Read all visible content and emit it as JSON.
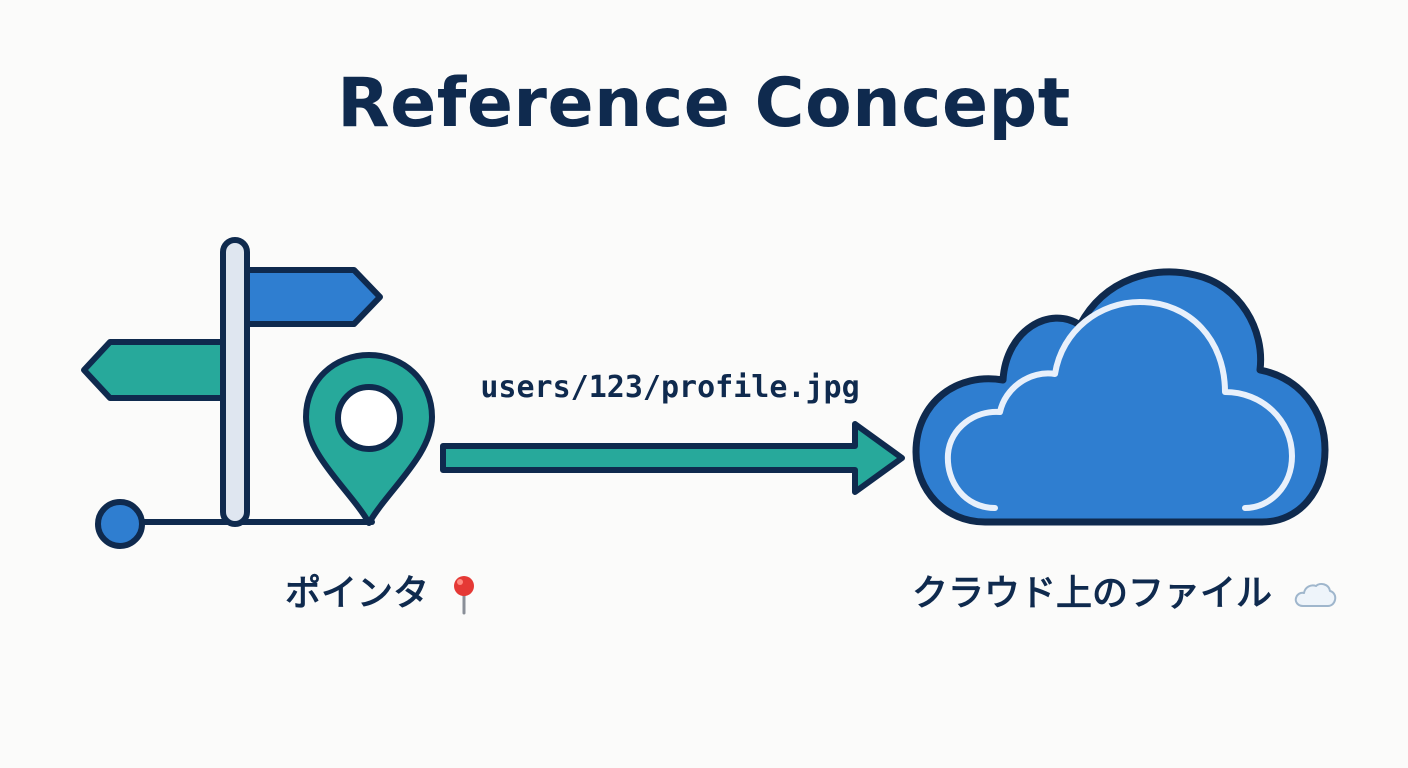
{
  "title": "Reference Concept",
  "arrow_label": "users/123/profile.jpg",
  "pointer": {
    "label": "ポインタ",
    "icon": "pin-emoji-icon"
  },
  "target": {
    "label": "クラウド上のファイル",
    "icon": "cloud-emoji-icon"
  },
  "colors": {
    "navy": "#0f2a4e",
    "blue": "#2f7ed0",
    "teal": "#27a99b",
    "background": "#fbfbfa"
  }
}
